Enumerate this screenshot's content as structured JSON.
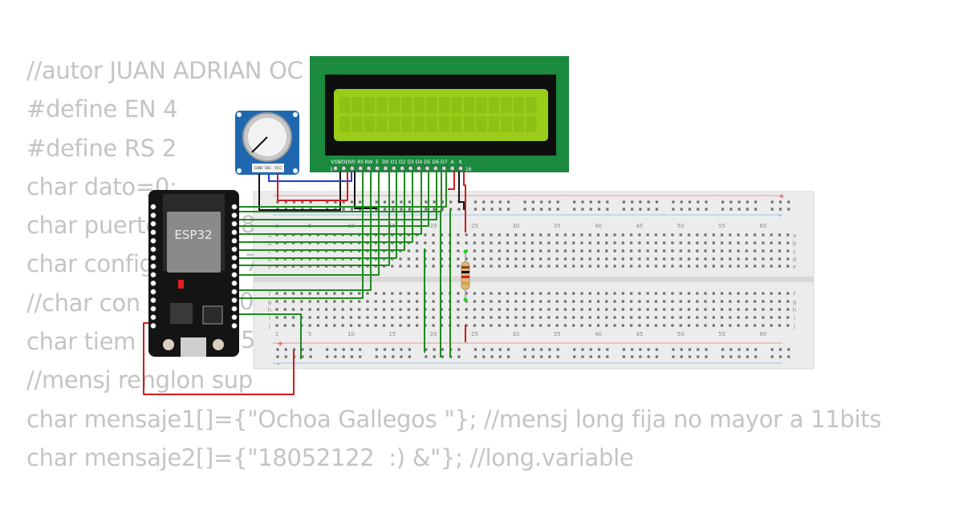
{
  "code_lines": [
    "//autor JUAN ADRIAN OC",
    "#define EN 4",
    "#define RS 2",
    "char dato=0;",
    "char puerto",
    "char config",
    "//char con",
    "char tiem",
    "//mensj renglon sup",
    "char mensaje1[]={\"Ochoa Gallegos \"}; //mensj long fija no mayor a 11bits",
    "char mensaje2[]={\"18052122  :) &\"}; //long.variable"
  ],
  "code_fragments": {
    "puerto_tail": "8",
    "config_tail": "7",
    "con_tail": "0;",
    "tiem_tail": "5"
  },
  "esp32": {
    "label": "ESP32"
  },
  "potentiometer": {
    "pins": [
      "GND",
      "SIG",
      "VCC"
    ]
  },
  "lcd": {
    "pins": [
      "VSS",
      "VDD",
      "V0",
      "RS",
      "RW",
      "E",
      "D0",
      "D1",
      "D2",
      "D3",
      "D4",
      "D5",
      "D6",
      "D7",
      "A",
      "K"
    ],
    "pin_start": "1",
    "pin_end": "16",
    "colors": {
      "pcb": "#1b8a3e",
      "bezel": "#0e0e0e",
      "screen": "#9acd1a"
    }
  },
  "breadboard": {
    "column_numbers": [
      "1",
      "5",
      "10",
      "15",
      "20",
      "25",
      "30",
      "35",
      "40",
      "45",
      "50",
      "55",
      "60"
    ],
    "rows_top": [
      "a",
      "b",
      "c",
      "d",
      "e"
    ],
    "rows_bottom": [
      "f",
      "g",
      "h",
      "i",
      "j"
    ],
    "rail_plus": "+",
    "rail_minus": "-"
  },
  "wire_colors": {
    "green": "#1e8a1e",
    "red": "#d01b1b",
    "black": "#111111",
    "blue": "#1d3fd4"
  }
}
